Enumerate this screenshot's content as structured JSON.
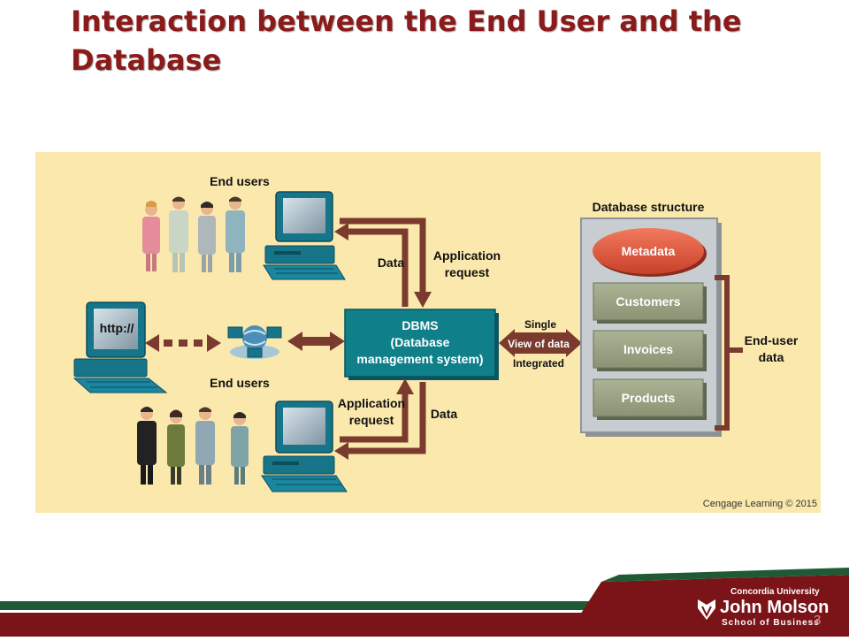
{
  "slide": {
    "title": "Interaction between the End User and the Database",
    "page_number": "3"
  },
  "diagram": {
    "labels": {
      "end_users_top": "End users",
      "end_users_middle": "End users",
      "data_top": "Data",
      "app_request_top_1": "Application",
      "app_request_top_2": "request",
      "app_request_bottom_1": "Application",
      "app_request_bottom_2": "request",
      "data_bottom": "Data",
      "http": "http://",
      "dbms_1": "DBMS",
      "dbms_2": "(Database",
      "dbms_3": "management system)",
      "single": "Single",
      "view_of_data": "View of data",
      "integrated": "Integrated",
      "db_structure": "Database structure",
      "metadata": "Metadata",
      "customers": "Customers",
      "invoices": "Invoices",
      "products": "Products",
      "end_user_data_1": "End-user",
      "end_user_data_2": "data",
      "credit": "Cengage Learning © 2015"
    }
  },
  "logo": {
    "line1": "Concordia University",
    "line2": "John Molson",
    "line3": "School of Business"
  },
  "colors": {
    "title": "#8b1a1a",
    "arrow": "#7a3b2e",
    "dbms": "#0f7f8a",
    "metadata": "#e2573b",
    "table": "#9aa484",
    "panel_bg": "#fbe8ad",
    "footer_green": "#1e5a34",
    "footer_red": "#7a1418"
  }
}
